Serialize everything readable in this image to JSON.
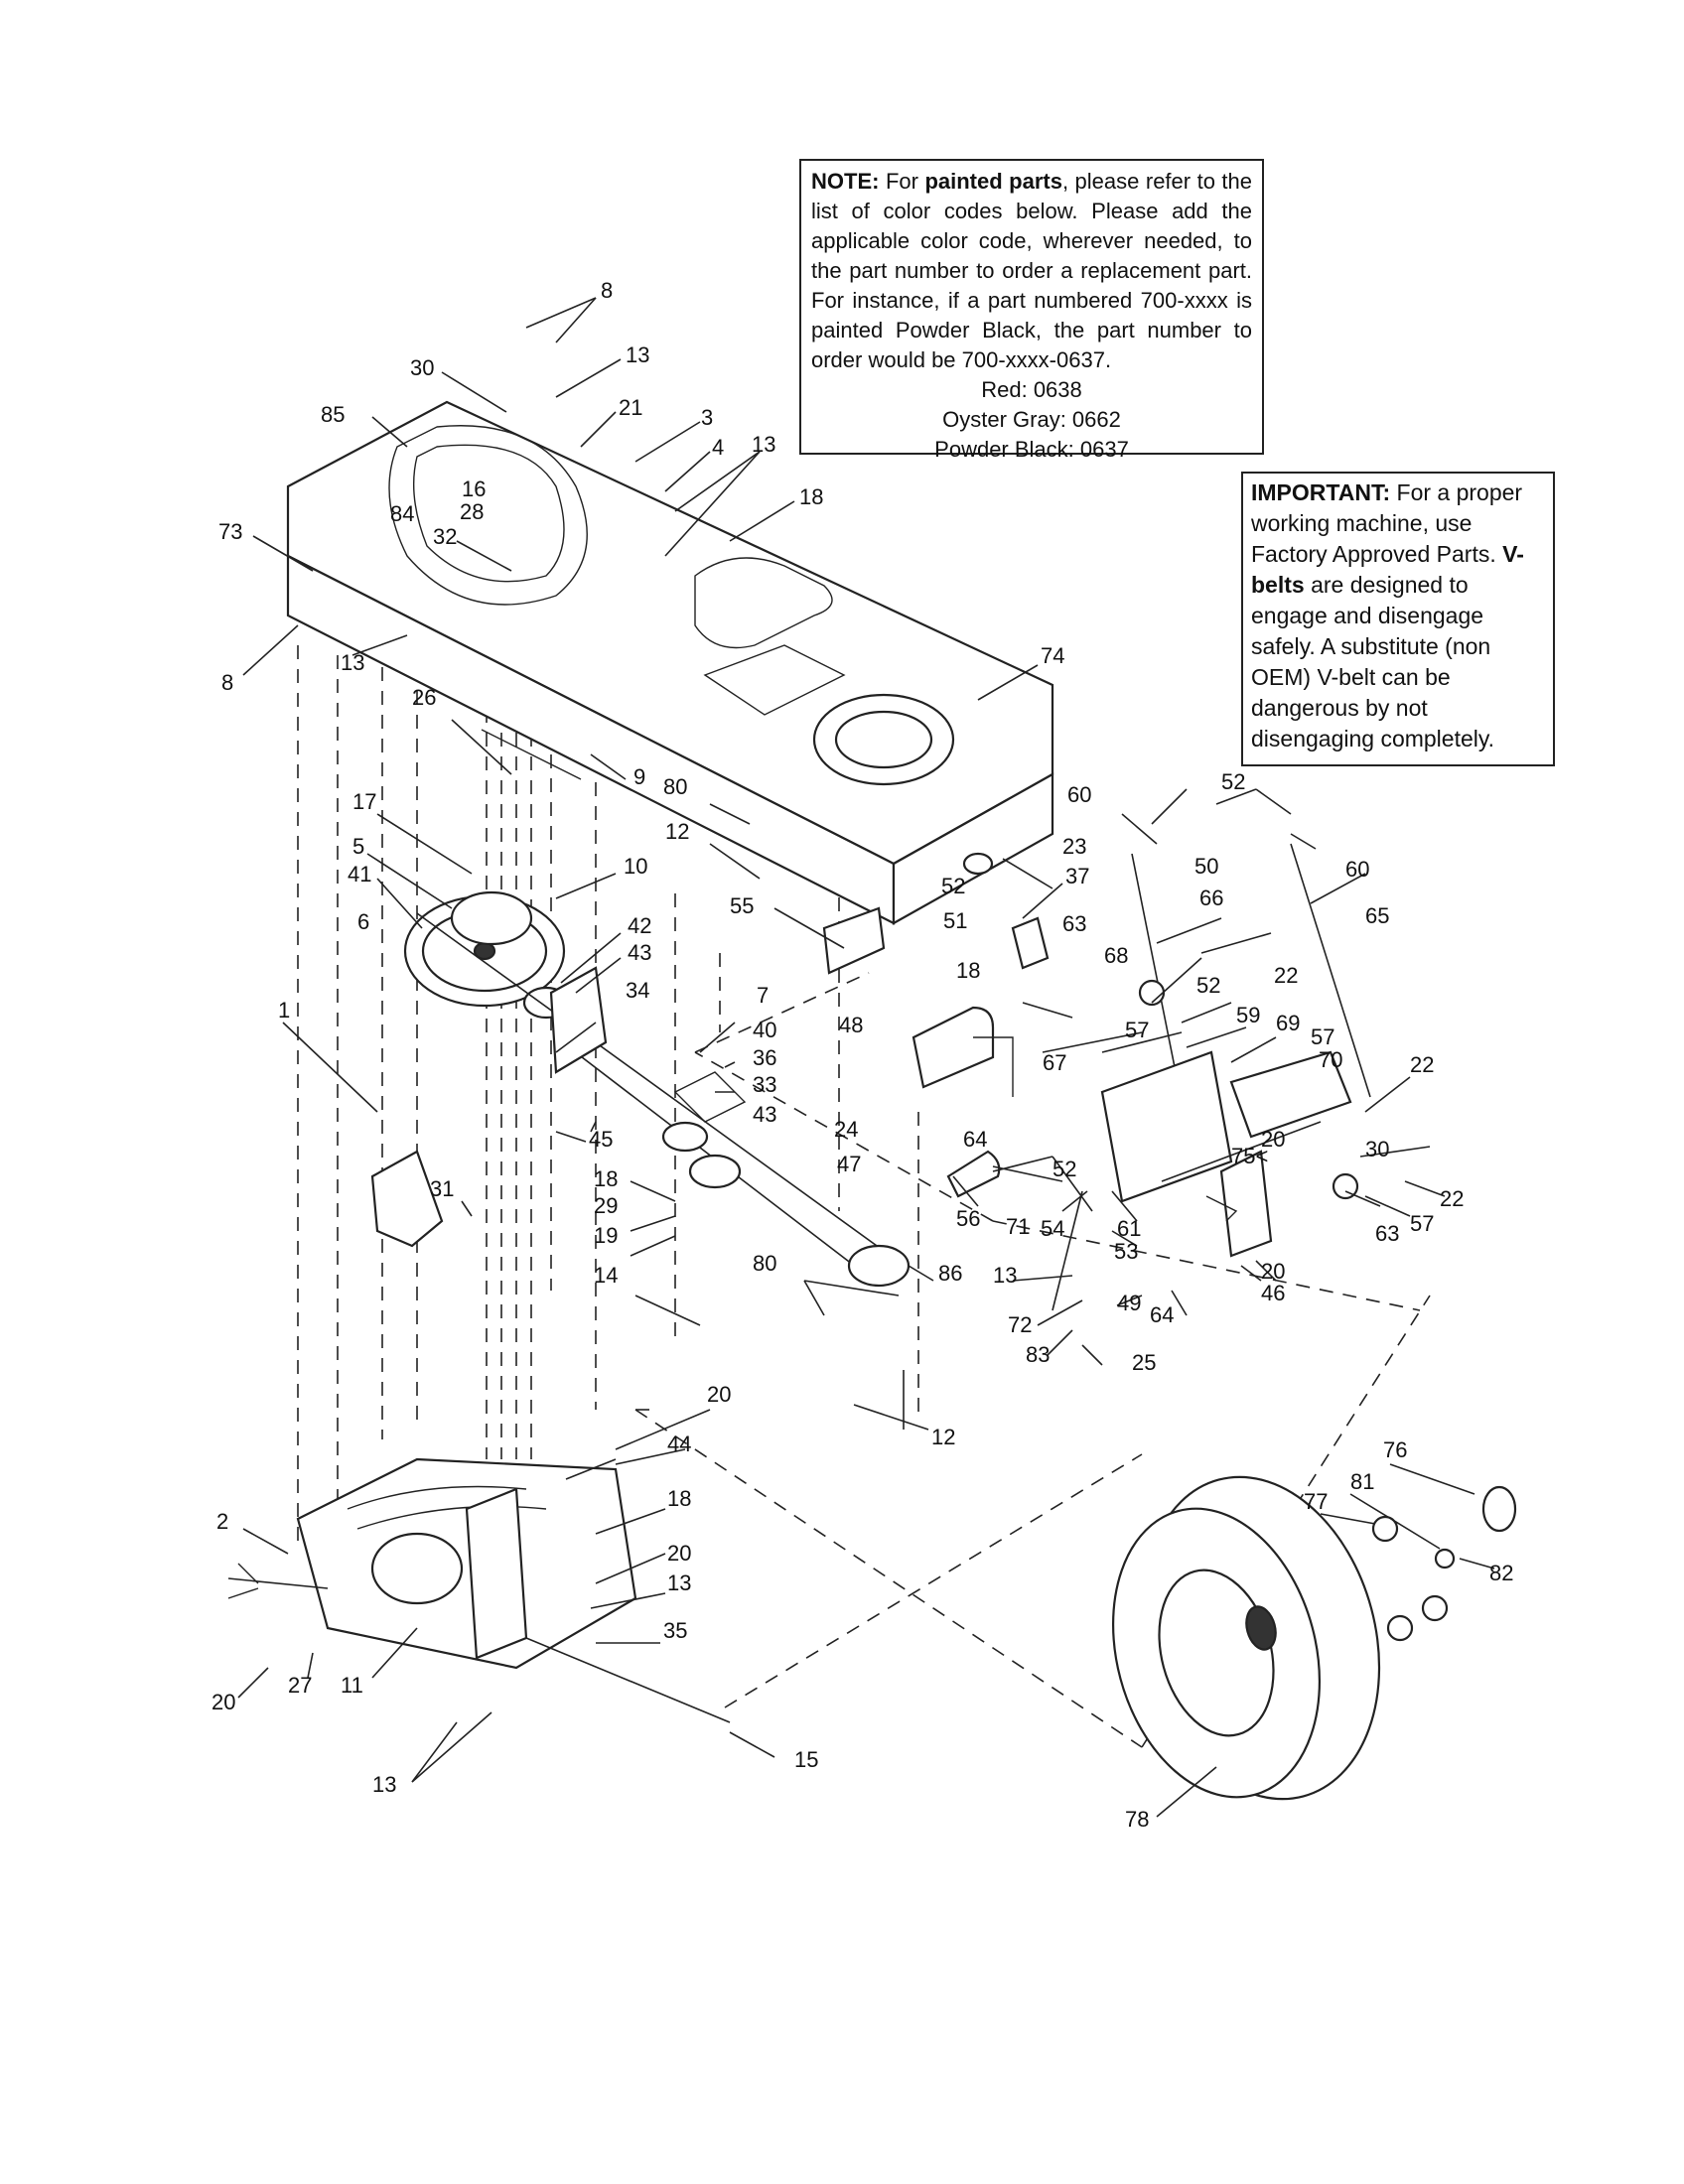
{
  "note": {
    "lead": "NOTE:",
    "text_1": " For ",
    "emph": "painted parts",
    "text_2": ", please refer to the list of color codes below. Please add the applicable color code, wherever needed, to the part number to order a replacement part. For instance, if a part numbered 700-xxxx is painted Powder Black, the part number to order would be 700-xxxx-0637.",
    "codes": [
      "Red: 0638",
      "Oyster Gray: 0662",
      "Powder Black: 0637"
    ]
  },
  "important": {
    "lead": "IMPORTANT:",
    "text_1": " For a proper working machine, use Factory Approved Parts. ",
    "emph": "V-belts",
    "text_2": " are designed to engage and disengage safely. A substitute (non OEM) V-belt can be dangerous by not disengaging completely."
  },
  "callouts": {
    "c8a": "8",
    "c30a": "30",
    "c13a": "13",
    "c85": "85",
    "c21": "21",
    "c3": "3",
    "c4": "4",
    "c13b": "13",
    "c16": "16",
    "c28": "28",
    "c84": "84",
    "c32": "32",
    "c73": "73",
    "c18a": "18",
    "c13c": "13",
    "c8b": "8",
    "c74": "74",
    "c26": "26",
    "c9": "9",
    "c80a": "80",
    "c12a": "12",
    "c17": "17",
    "c10": "10",
    "c5": "5",
    "c41": "41",
    "c6": "6",
    "c42": "42",
    "c43a": "43",
    "c55": "55",
    "c34": "34",
    "c7": "7",
    "c1": "1",
    "c40": "40",
    "c36": "36",
    "c33": "33",
    "c43b": "43",
    "c45": "45",
    "c18b": "18",
    "c31": "31",
    "c29": "29",
    "c19": "19",
    "c14": "14",
    "c80b": "80",
    "c86": "86",
    "c12b": "12",
    "c60a": "60",
    "c52a": "52",
    "c23": "23",
    "c37": "37",
    "c50": "50",
    "c60b": "60",
    "c66": "66",
    "c65": "65",
    "c52b": "52",
    "c51": "51",
    "c63a": "63",
    "c68": "68",
    "c22a": "22",
    "c18c": "18",
    "c59": "59",
    "c52c": "52",
    "c69": "69",
    "c48": "48",
    "c57a": "57",
    "c57b": "57",
    "c70": "70",
    "c22b": "22",
    "c24": "24",
    "c67": "67",
    "c64a": "64",
    "c47": "47",
    "c20a": "20",
    "c52d": "52",
    "c75": "75<",
    "c30b": "30",
    "c22c": "22",
    "c56": "56",
    "c71": "71",
    "c54": "54",
    "c61": "61",
    "c63b": "63",
    "c57c": "57",
    "c53": "53",
    "c13d": "13",
    "c20b": "20",
    "c49": "49",
    "c64b": "64",
    "c46": "46",
    "c72": "72",
    "c83": "83",
    "c25": "25",
    "c20c": "20",
    "c44": "44",
    "c2": "2",
    "c18d": "18",
    "c20d": "20",
    "c13e": "13",
    "c35": "35",
    "c20e": "20",
    "c27": "27",
    "c11": "11",
    "c13f": "13",
    "c15": "15",
    "c76": "76",
    "c81": "81",
    "c77": "77",
    "c82": "82",
    "c78": "78"
  }
}
